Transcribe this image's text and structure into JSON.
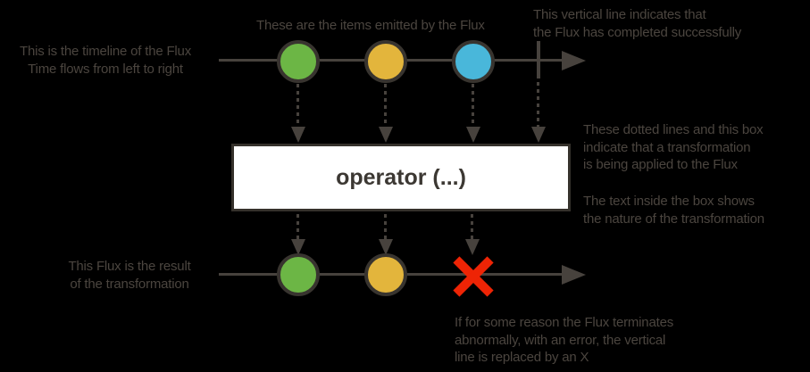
{
  "title": "Flux marble diagram explanation",
  "colors": {
    "background": "#000000",
    "line": "#47423d",
    "text": "#4b453f",
    "marble_border": "#38342f",
    "green": "#6cb645",
    "yellow": "#e3b53c",
    "blue": "#49b7da",
    "red": "#ee2405",
    "box_bg": "#ffffff",
    "box_border": "#35312b",
    "box_text": "#3c3833"
  },
  "annotations": {
    "timeline": {
      "text": "This is the timeline of the Flux\nTime flows from left to right"
    },
    "items": {
      "text": "These are the items emitted by the Flux"
    },
    "complete": {
      "text": "This vertical line indicates that\nthe Flux has completed successfully"
    },
    "transformation": {
      "text": "These dotted lines and this box\nindicate that a transformation\nis being applied to the Flux"
    },
    "box_text_note": {
      "text": "The text inside the box shows\nthe nature of the transformation"
    },
    "result": {
      "text": "This Flux is the result\nof the transformation"
    },
    "error": {
      "text": "If for some reason the Flux terminates\nabnormally, with an error, the vertical\nline is replaced by an X"
    }
  },
  "operator_box": {
    "label": "operator (...)"
  },
  "diagram": {
    "source_flux": {
      "marbles": [
        "green",
        "yellow",
        "blue"
      ],
      "terminal": "complete"
    },
    "result_flux": {
      "marbles": [
        "green",
        "yellow"
      ],
      "terminal": "error"
    }
  }
}
